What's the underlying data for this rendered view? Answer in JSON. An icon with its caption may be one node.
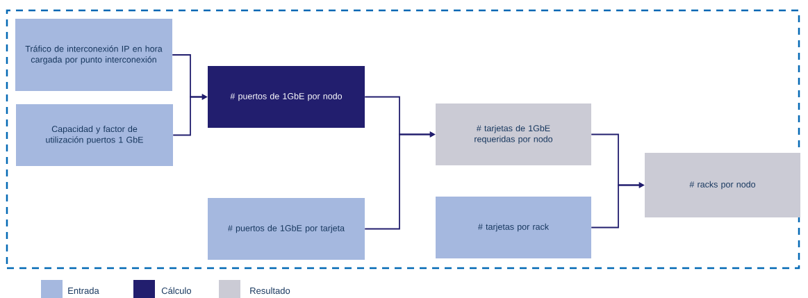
{
  "diagram": {
    "nodes": [
      {
        "text": [],
        "shape": "box"
      },
      {
        "text": [
          "Tráfico de interconexión IP en hora cargada por punto interconexión"
        ],
        "in": 0
      },
      {
        "text": [
          "Capacidad y factor de utilización puertos 1 GbE"
        ],
        "in": 0
      },
      {
        "text": [
          "# puertos de 1GbE por nodo"
        ],
        "in": 0
      },
      {
        "text": [
          "# puertos de 1GbE por tarjeta"
        ],
        "in": 0
      },
      {
        "text": [
          "# tarjetas de 1GbE requeridas por nodo"
        ],
        "in": 0
      },
      {
        "text": [
          "# tarjetas por rack"
        ],
        "in": 0
      },
      {
        "text": [
          "# racks por nodo"
        ],
        "in": 0
      }
    ],
    "edges": [
      {
        "from": 1,
        "to": 3,
        "arrow": "to"
      },
      {
        "from": 2,
        "to": 3,
        "arrow": "to"
      },
      {
        "from": 3,
        "to": 5,
        "arrow": "to"
      },
      {
        "from": 4,
        "to": 5,
        "arrow": "to"
      },
      {
        "from": 5,
        "to": 7,
        "arrow": "to"
      },
      {
        "from": 6,
        "to": 7,
        "arrow": "to"
      }
    ],
    "legend": [
      {
        "text": "Entrada",
        "color": "#a5b8df"
      },
      {
        "text": "Cálculo",
        "color": "#221e6e"
      },
      {
        "text": "Resultado",
        "color": "#cbcbd5"
      }
    ]
  }
}
